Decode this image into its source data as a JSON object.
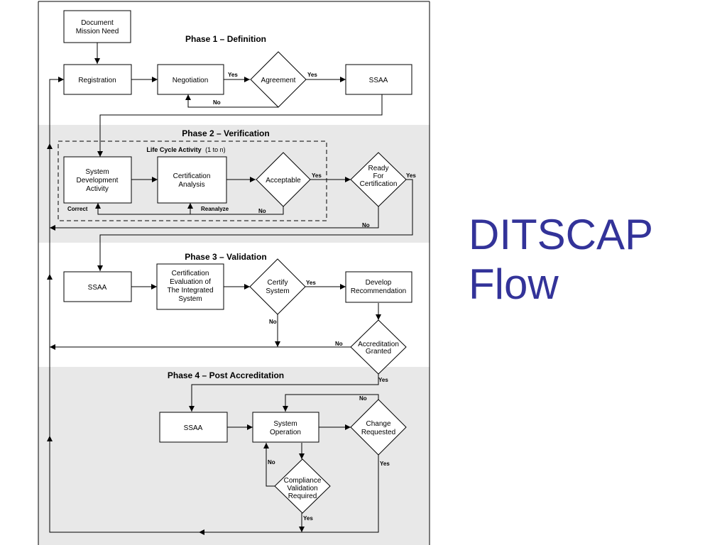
{
  "slide": {
    "title_line1": "DITSCAP",
    "title_line2": "Flow",
    "title_color": "#333399"
  },
  "colors": {
    "phase_band": "#e8e8e8",
    "line": "#000000",
    "box_fill": "#ffffff"
  },
  "phases": {
    "p1": "Phase 1 – Definition",
    "p2": "Phase 2 – Verification",
    "p3": "Phase 3 – Validation",
    "p4": "Phase 4 – Post Accreditation"
  },
  "lifecycle": {
    "label": "Life Cycle Activity",
    "range": "(1 to n)"
  },
  "nodes": {
    "doc_mission": [
      "Document",
      "Mission Need"
    ],
    "registration": [
      "Registration"
    ],
    "negotiation": [
      "Negotiation"
    ],
    "agreement": [
      "Agreement"
    ],
    "ssaa1": [
      "SSAA"
    ],
    "sys_dev": [
      "System",
      "Development",
      "Activity"
    ],
    "cert_analysis": [
      "Certification",
      "Analysis"
    ],
    "acceptable": [
      "Acceptable"
    ],
    "ready_cert": [
      "Ready",
      "For",
      "Certification"
    ],
    "ssaa2": [
      "SSAA"
    ],
    "cert_eval": [
      "Certification",
      "Evaluation of",
      "The Integrated",
      "System"
    ],
    "certify": [
      "Certify",
      "System"
    ],
    "develop_rec": [
      "Develop",
      "Recommendation"
    ],
    "accred_granted": [
      "Accreditation",
      "Granted"
    ],
    "ssaa3": [
      "SSAA"
    ],
    "sys_op": [
      "System",
      "Operation"
    ],
    "change_req": [
      "Change",
      "Requested"
    ],
    "compliance": [
      "Compliance",
      "Validation",
      "Required"
    ]
  },
  "edge_labels": {
    "yes": "Yes",
    "no": "No",
    "correct": "Correct",
    "reanalyze": "Reanalyze"
  }
}
